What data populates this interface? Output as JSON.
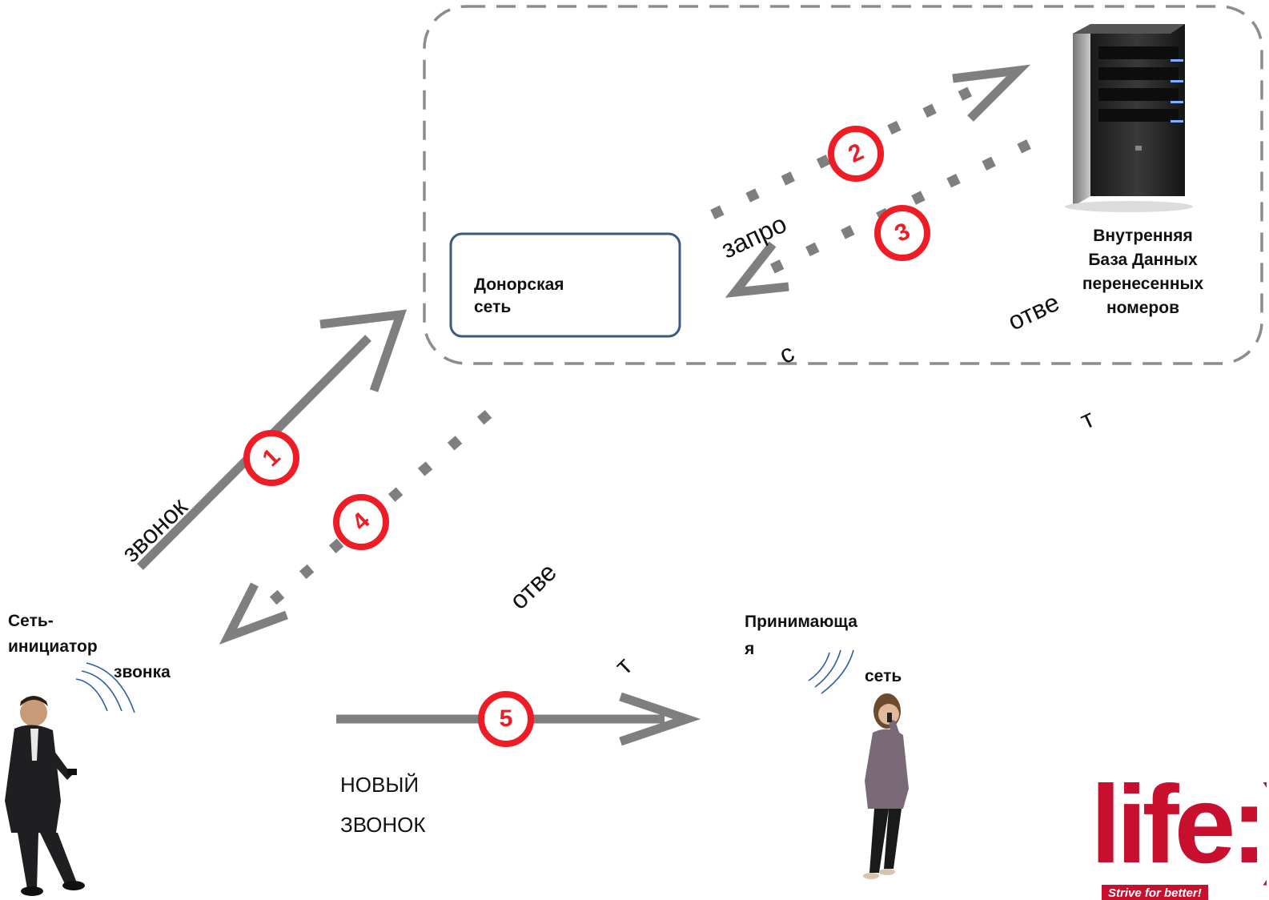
{
  "donor_network": {
    "label_line1": "Донорская",
    "label_line2": "сеть"
  },
  "database": {
    "line1": "Внутренняя",
    "line2": "База Данных",
    "line3": "перенесенных",
    "line4": "номеров"
  },
  "initiator": {
    "line1": "Сеть-",
    "line2": "инициатор",
    "line3": "звонка"
  },
  "receiver": {
    "line1": "Принимающа",
    "line2": "я",
    "line3": "сеть"
  },
  "steps": [
    {
      "number": "1",
      "label": "звонок"
    },
    {
      "number": "2",
      "label_line1": "запро",
      "label_line2": "с"
    },
    {
      "number": "3",
      "label_line1": "отве",
      "label_line2": "т"
    },
    {
      "number": "4",
      "label_line1": "отве",
      "label_line2": "т"
    },
    {
      "number": "5",
      "label_line1": "НОВЫЙ",
      "label_line2": "ЗВОНОК"
    }
  ],
  "logo": {
    "text": "life:)",
    "slogan": "Strive for better!"
  },
  "colors": {
    "arrow": "#7f7f7f",
    "badge": "#ee1c25",
    "box_border": "#3b5a80",
    "logo": "#c8102e"
  },
  "icons": [
    "server-icon",
    "businessman-phone-icon",
    "woman-phone-icon",
    "signal-waves-icon"
  ]
}
